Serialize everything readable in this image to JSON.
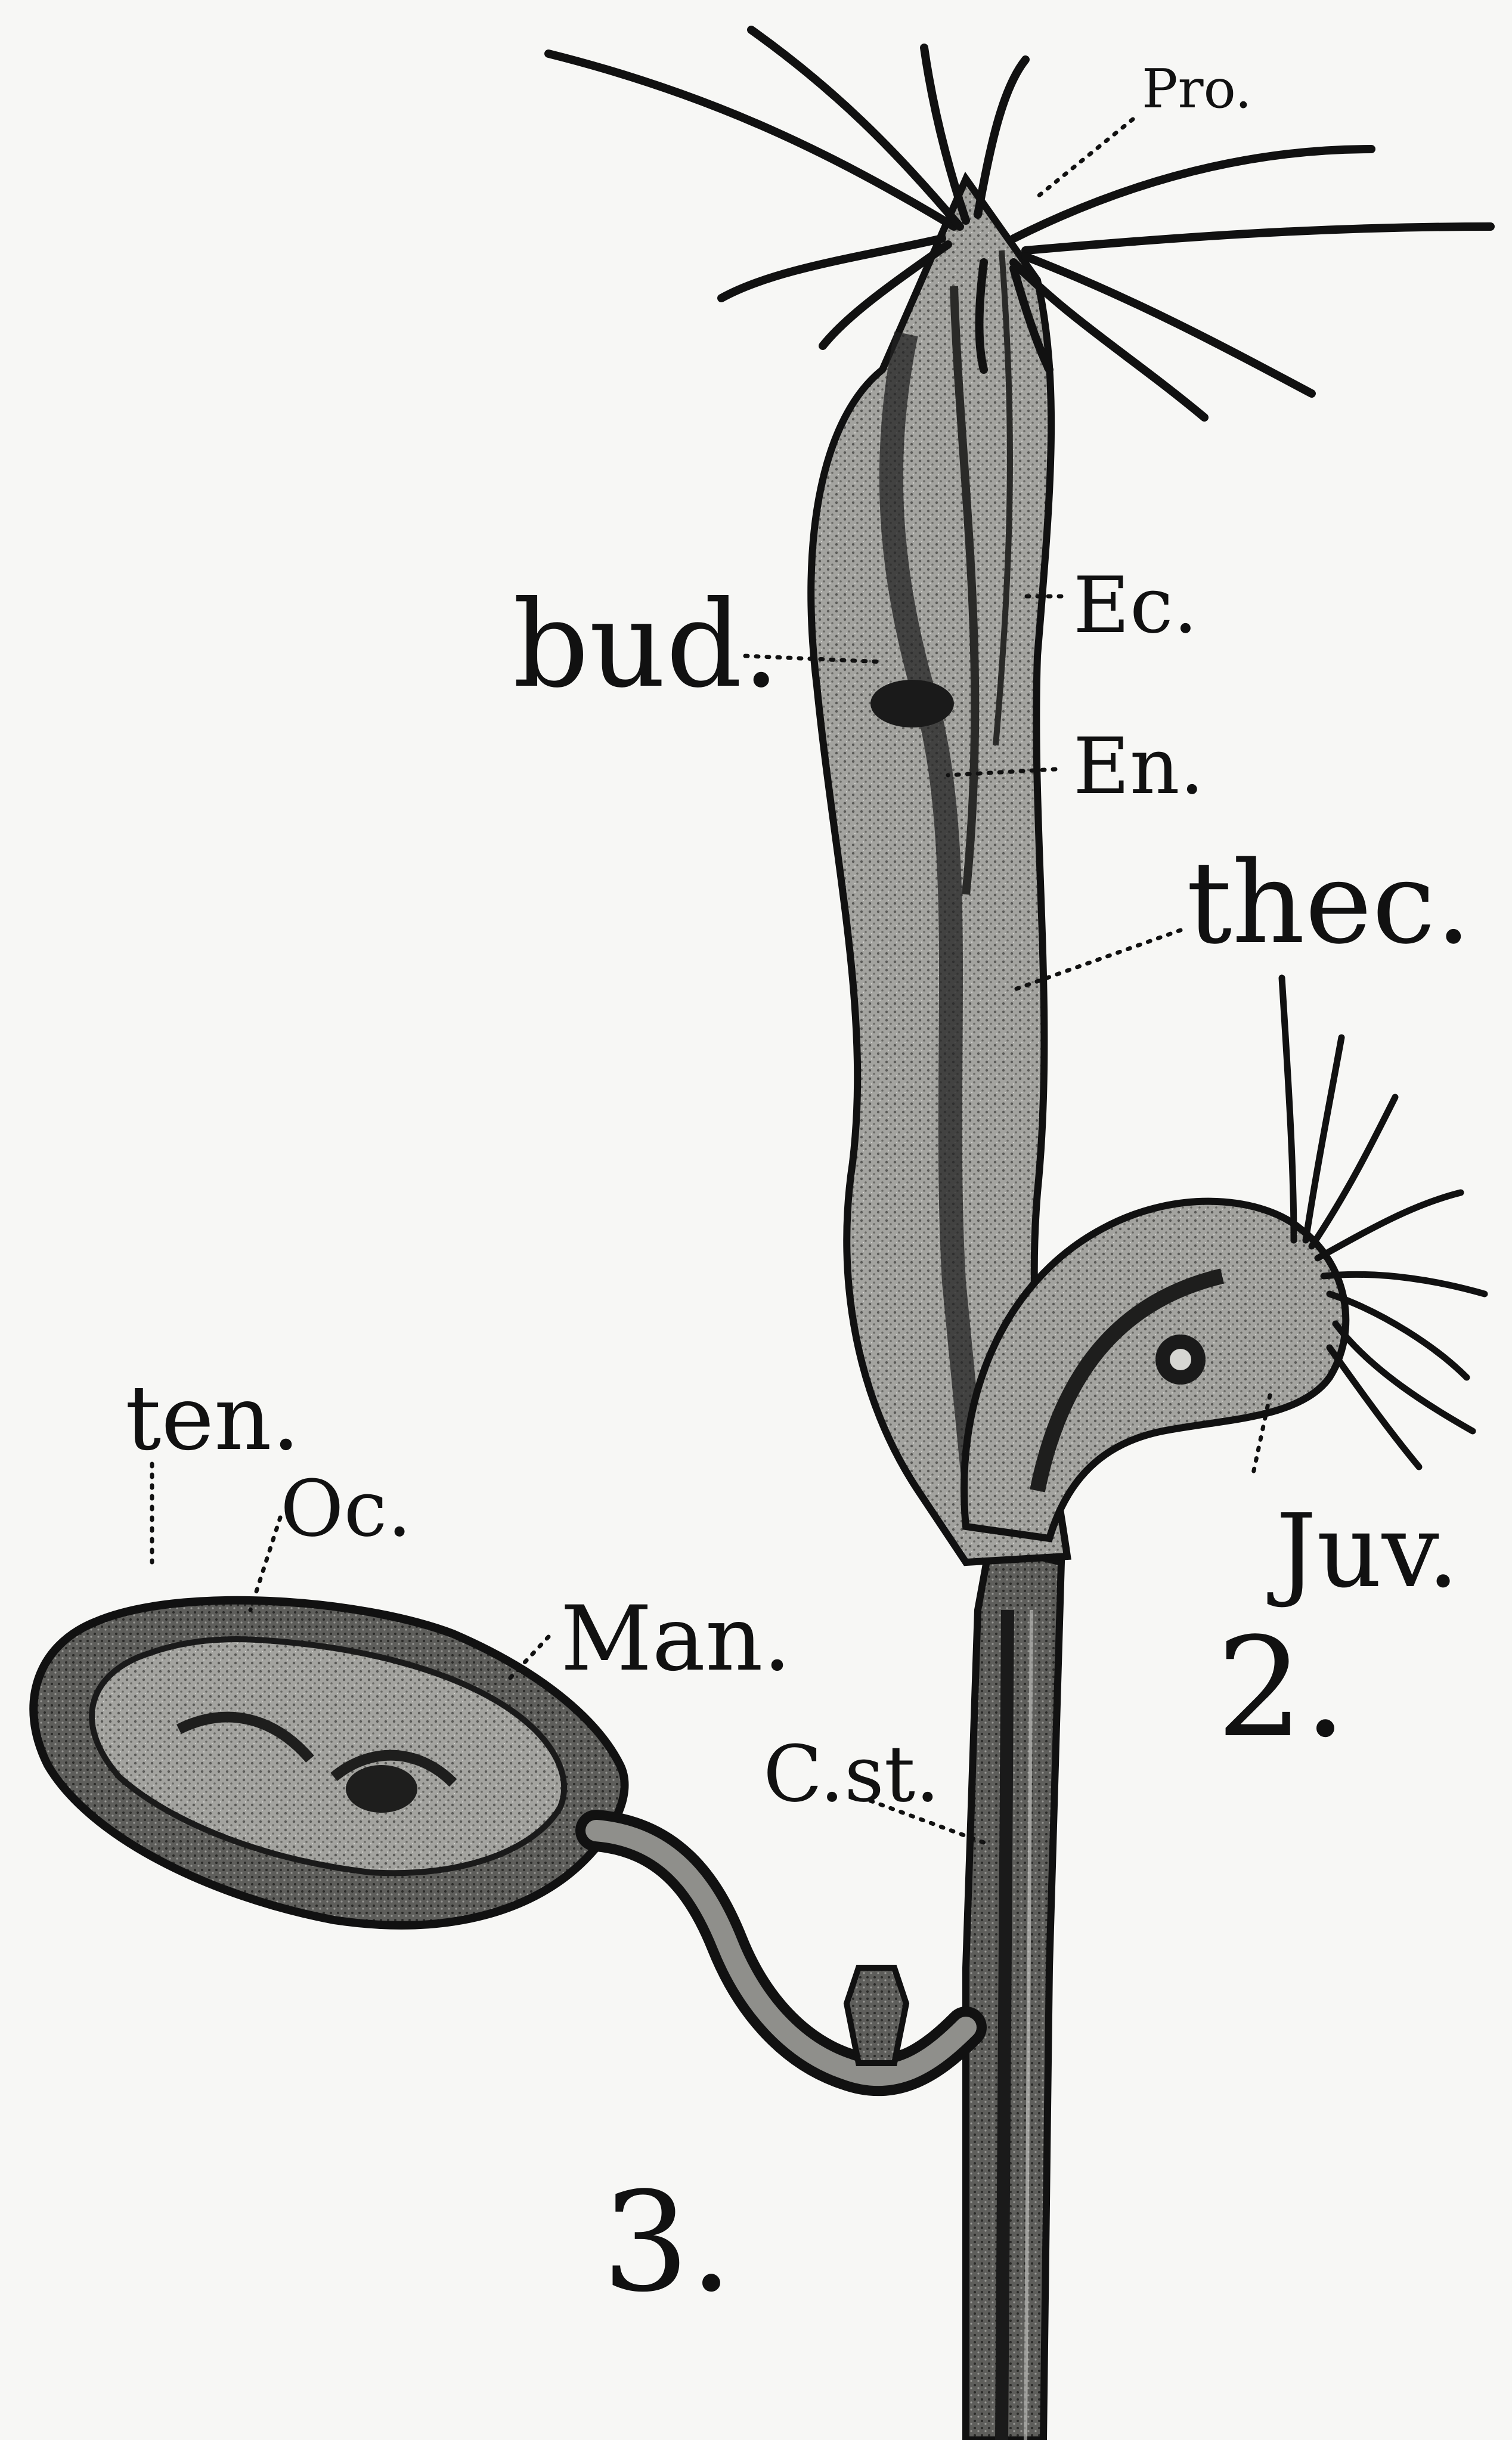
{
  "figure": {
    "labels": {
      "pro": "Pro.",
      "bud": "bud.",
      "ec": "Ec.",
      "en": "En.",
      "thec": "thec.",
      "juv": "Juv.",
      "ten": "ten.",
      "oc": "Oc.",
      "man": "Man.",
      "cst": "C.st.",
      "fig2": "2.",
      "fig3": "3."
    },
    "colors": {
      "ink": "#111111",
      "tissue_dark": "#4a4a48",
      "tissue_mid": "#8a8a86",
      "tissue_light": "#b9b9b5",
      "paper": "#f7f7f5"
    }
  }
}
